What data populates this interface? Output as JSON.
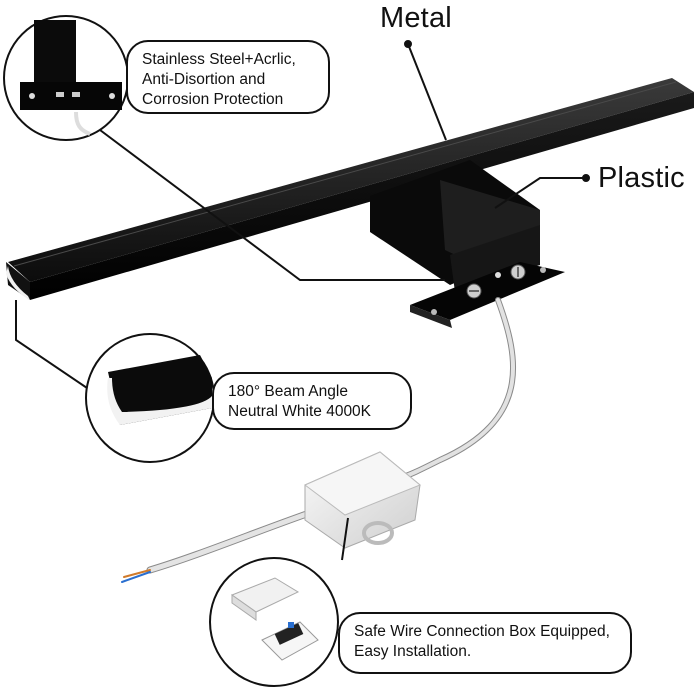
{
  "labels": {
    "metal": "Metal",
    "plastic": "Plastic"
  },
  "callouts": {
    "material": {
      "line1": "Stainless Steel+Acrlic,",
      "line2": "Anti-Disortion and",
      "line3": "Corrosion Protection"
    },
    "beam": {
      "line1": "180° Beam Angle",
      "line2": "Neutral White 4000K"
    },
    "connector": {
      "line1": "Safe Wire Connection Box Equipped,",
      "line2": "Easy Installation."
    }
  },
  "colors": {
    "lamp_body": "#0d0d0d",
    "diffuser": "#f2f2f2",
    "cable": "#d9d9d9",
    "junction_box": "#ececec",
    "leader_line": "#111111"
  }
}
